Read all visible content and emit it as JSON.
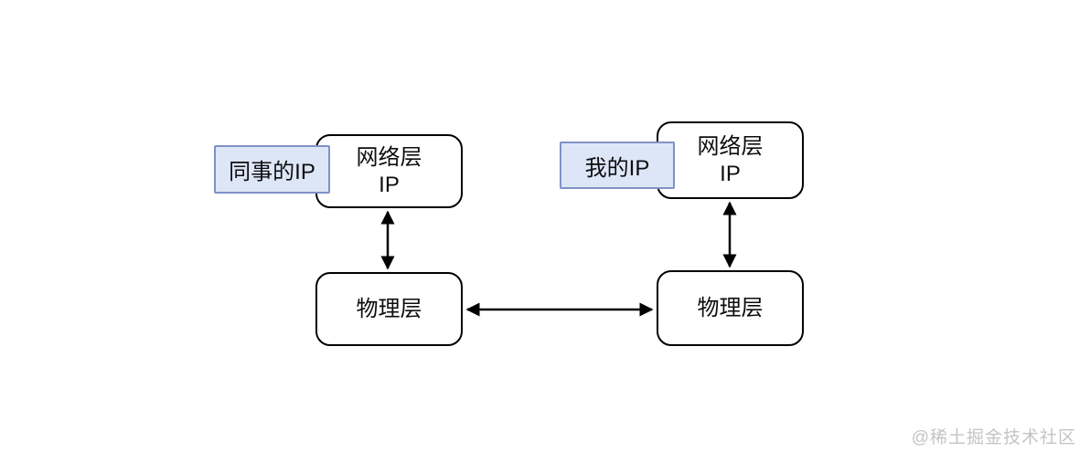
{
  "diagram": {
    "left_group": {
      "ip_label": "同事的IP",
      "network_layer": {
        "line1": "网络层",
        "line2": "IP"
      },
      "physical_layer": "物理层"
    },
    "right_group": {
      "ip_label": "我的IP",
      "network_layer": {
        "line1": "网络层",
        "line2": "IP"
      },
      "physical_layer": "物理层"
    },
    "colors": {
      "node_fill": "#ffffff",
      "node_border": "#000000",
      "label_fill": "#dde6f7",
      "label_border": "#8092c5",
      "arrow": "#000000",
      "watermark": "#c4c4c4"
    }
  },
  "watermark": {
    "text": "@稀土掘金技术社区"
  }
}
